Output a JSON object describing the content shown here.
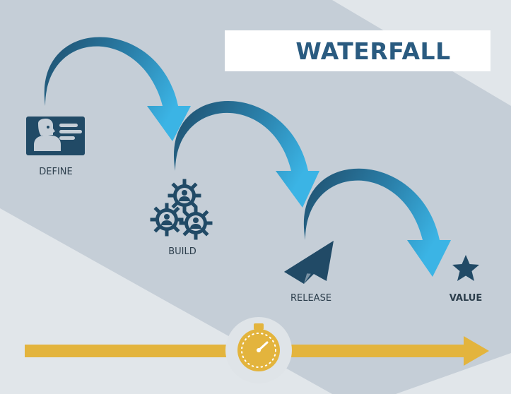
{
  "title": "WATERFALL",
  "steps": [
    {
      "label": "DEFINE",
      "icon": "id-card-icon"
    },
    {
      "label": "BUILD",
      "icon": "team-gears-icon"
    },
    {
      "label": "RELEASE",
      "icon": "paper-plane-icon"
    },
    {
      "label": "VALUE",
      "icon": "star-icon"
    }
  ],
  "timeline": {
    "icon": "stopwatch-icon"
  },
  "colors": {
    "background": "#e1e6ea",
    "band": "#c5ced7",
    "title_bar": "#ffffff",
    "title_text": "#2a5b80",
    "icon": "#214a66",
    "arrow_dark": "#1f4d6b",
    "arrow_light": "#3bb4e5",
    "timeline": "#e3b43d"
  }
}
